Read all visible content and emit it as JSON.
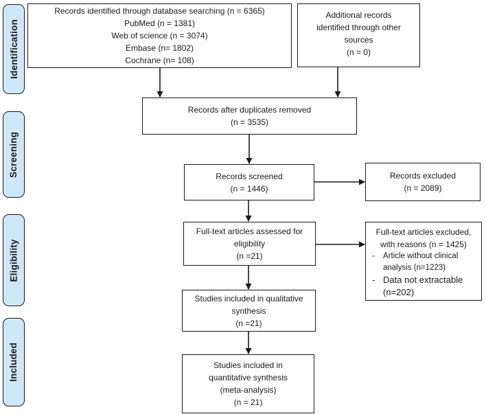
{
  "diagram": {
    "title": "PRISMA study selection flow diagram",
    "line_color": "#1a1a1a",
    "box_background": "#ffffff"
  },
  "sidebar": {
    "fill": "#cfe8f7",
    "border": "#1a1a1a",
    "bullet_marker": "-",
    "items": [
      {
        "id": "identification",
        "label": "Identification"
      },
      {
        "id": "screening",
        "label": "Screening"
      },
      {
        "id": "eligibility",
        "label": "Eligibility"
      },
      {
        "id": "included",
        "label": "Included"
      }
    ]
  },
  "boxes": {
    "records_identified": {
      "lines": [
        "Records identified through database searching (n = 6365)",
        "PubMed (n = 1381)",
        "Web of science (n = 3074)",
        "Embase (n= 1802)",
        "Cochrane (n= 108)"
      ]
    },
    "additional_records": {
      "lines": [
        "Additional records",
        "identified through other",
        "sources",
        "(n = 0)"
      ]
    },
    "duplicates_removed": {
      "lines": [
        "Records after duplicates removed",
        "(n = 3535)"
      ]
    },
    "records_screened": {
      "lines": [
        "Records screened",
        "(n = 1446)"
      ]
    },
    "records_excluded": {
      "lines": [
        "Records excluded",
        "(n = 2089)"
      ]
    },
    "fulltext_assessed": {
      "lines": [
        "Full-text articles assessed for",
        "eligibility",
        "(n =21)"
      ]
    },
    "fulltext_excluded": {
      "lines": [
        "Full-text articles excluded,",
        "with reasons (n = 1425)"
      ],
      "bullets": [
        "Article without clinical analysis (n=1223)",
        "Data not extractable (n=202)"
      ]
    },
    "qualitative_synthesis": {
      "lines": [
        "Studies included in qualitative",
        "synthesis",
        "(n =21)"
      ]
    },
    "quantitative_synthesis": {
      "lines": [
        "Studies included in",
        "quantitative synthesis",
        "(meta-analysis)",
        "(n = 21)"
      ]
    }
  }
}
